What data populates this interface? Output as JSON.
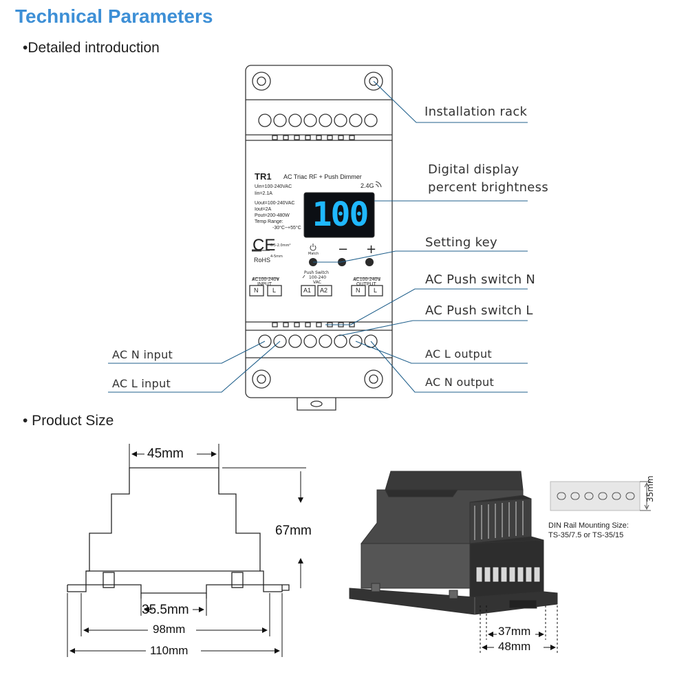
{
  "title": "Technical Parameters",
  "sections": {
    "intro": "•Detailed introduction",
    "size": "• Product Size"
  },
  "device": {
    "model": "TR1",
    "desc": "AC Triac RF + Push Dimmer",
    "rf": "2.4G",
    "spec_in": [
      "Uin=100-240VAC",
      "Iin=2.1A"
    ],
    "spec_out": [
      "Uout=100-240VAC",
      "Iout=2A",
      "Pout=200-480W",
      "Temp Range:",
      "-30°C~+55°C"
    ],
    "display_value": "100",
    "ce": "CE",
    "rohs": "RoHS",
    "wire": [
      "0.5-2.0mm²",
      "4-5mm"
    ],
    "match": "Match",
    "key_minus": "−",
    "key_plus": "+",
    "input_label": [
      "AC100-240V",
      "INPUT"
    ],
    "push_label": [
      "Push Switch",
      "100-240",
      "VAC"
    ],
    "output_label": [
      "AC100-240V",
      "OUTPUT"
    ],
    "term_n": "N",
    "term_l": "L",
    "term_a1": "A1",
    "term_a2": "A2"
  },
  "callouts": {
    "rack": "Installation rack",
    "display1": "Digital display",
    "display2": "percent brightness",
    "setting": "Setting key",
    "push_n": "AC Push switch N",
    "push_l": "AC Push switch L",
    "n_input": "AC N input",
    "l_input": "AC L input",
    "l_output": "AC L output",
    "n_output": "AC N output"
  },
  "dimensions": {
    "d45": "45mm",
    "d67": "67mm",
    "d355": "35.5mm",
    "d98": "98mm",
    "d110": "110mm",
    "d37": "37mm",
    "d48": "48mm",
    "d35": "35mm",
    "din1": "DIN Rail Mounting Size:",
    "din2": "TS-35/7.5 or TS-35/15"
  }
}
